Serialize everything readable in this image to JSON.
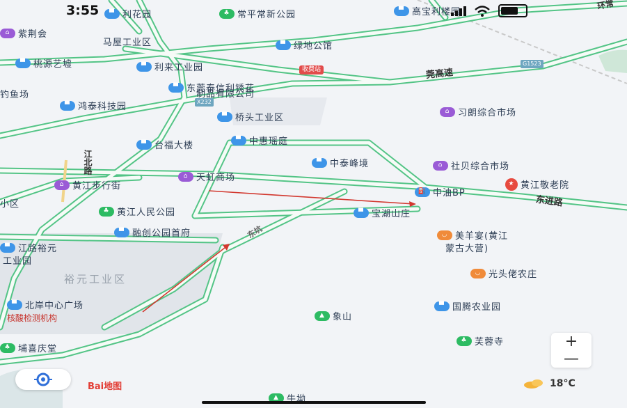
{
  "status": {
    "time": "3:55",
    "battery_level": 0.7
  },
  "colors": {
    "road_fill": "#f6fbf7",
    "road_edge": "#53c486",
    "route": "#d2382f",
    "industrial_zone": "#e1e5ea",
    "park": "#cfe7d8"
  },
  "map": {
    "pois": [
      {
        "label": "利花园",
        "color": "blue"
      },
      {
        "label": "常平常新公园",
        "color": "green"
      },
      {
        "label": "高宝利楼园",
        "color": "blue"
      },
      {
        "label": "紫荆会",
        "color": "purple"
      },
      {
        "label": "马屋工业区",
        "color": "blue"
      },
      {
        "label": "绿地公馆",
        "color": "blue"
      },
      {
        "label": "桃源艺墟",
        "color": "blue"
      },
      {
        "label": "利来工业园",
        "color": "blue"
      },
      {
        "label": "东莞泰信利锈花",
        "color": "blue"
      },
      {
        "label": "制品有限公司",
        "color": "none"
      },
      {
        "label": "钓鱼场",
        "color": "none"
      },
      {
        "label": "鸿泰科技园",
        "color": "blue"
      },
      {
        "label": "桥头工业区",
        "color": "blue"
      },
      {
        "label": "习朗综合市场",
        "color": "purple"
      },
      {
        "label": "中惠瑶庭",
        "color": "blue"
      },
      {
        "label": "台福大楼",
        "color": "blue"
      },
      {
        "label": "中泰峰境",
        "color": "blue"
      },
      {
        "label": "社贝综合市场",
        "color": "purple"
      },
      {
        "label": "天虹商场",
        "color": "purple"
      },
      {
        "label": "黄江步行街",
        "color": "purple"
      },
      {
        "label": "黄江敬老院",
        "color": "red"
      },
      {
        "label": "中油BP",
        "color": "blue"
      },
      {
        "label": "小区",
        "color": "blue"
      },
      {
        "label": "黄江人民公园",
        "color": "green"
      },
      {
        "label": "宝湖山庄",
        "color": "blue"
      },
      {
        "label": "融创公园首府",
        "color": "blue"
      },
      {
        "label": "美羊宴(黄江",
        "color": "orange"
      },
      {
        "label": "蒙古大营)",
        "color": "none"
      },
      {
        "label": "江路裕元",
        "color": "blue"
      },
      {
        "label": "工业园",
        "color": "none"
      },
      {
        "label": "光头佬农庄",
        "color": "orange"
      },
      {
        "label": "北岸中心广场",
        "color": "blue"
      },
      {
        "label": "核酸检测机构",
        "color": "red-text"
      },
      {
        "label": "国腾农业园",
        "color": "blue"
      },
      {
        "label": "象山",
        "color": "green"
      },
      {
        "label": "芙蓉寺",
        "color": "green"
      },
      {
        "label": "埔喜庆堂",
        "color": "green"
      },
      {
        "label": "牛坳",
        "color": "green"
      }
    ],
    "road_names": [
      "莞高速",
      "东进路",
      "江北路",
      "东坑",
      "环常"
    ],
    "area_name": "裕元工业区",
    "toll_label": "收费站",
    "road_shields": [
      "X232",
      "G1523"
    ]
  },
  "controls": {
    "zoom_in": "+",
    "zoom_out": "—"
  },
  "branding": {
    "logo": "Bai地图"
  },
  "weather": {
    "temperature": "18°C"
  },
  "icons": {
    "locate": "locate-icon",
    "cloud": "cloud-icon",
    "signal": "signal-icon",
    "wifi": "wifi-icon"
  }
}
